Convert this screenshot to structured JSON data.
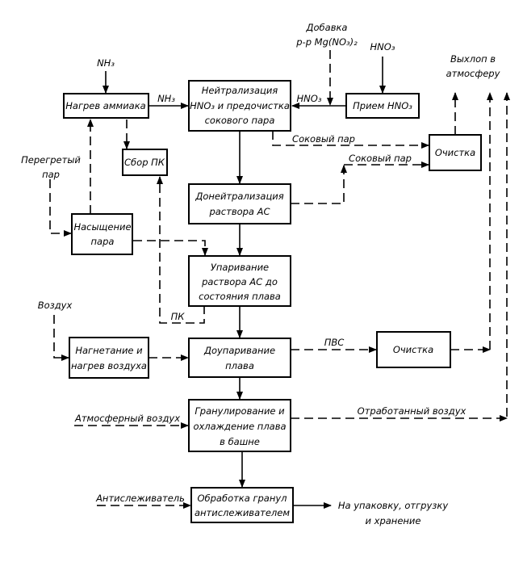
{
  "diagram": {
    "boxes": {
      "heat_ammonia": [
        "Нагрев аммиака"
      ],
      "neutralization": [
        "Нейтрализация",
        "HNO₃ и предочистка",
        "сокового пара"
      ],
      "receive_hno3": [
        "Прием HNO₃"
      ],
      "cleaning_top": [
        "Очистка"
      ],
      "collect_pk": [
        "Сбор ПК"
      ],
      "saturation": [
        "Насыщение",
        "пара"
      ],
      "doneutralization": [
        "Донейтрализация",
        "раствора АС"
      ],
      "evaporation": [
        "Упаривание",
        "раствора АС до",
        "состояния плава"
      ],
      "air_blower": [
        "Нагнетание и",
        "нагрев воздуха"
      ],
      "final_evaporation": [
        "Доупаривание",
        "плава"
      ],
      "cleaning_mid": [
        "Очистка"
      ],
      "granulation": [
        "Гранулирование и",
        "охлаждение плава",
        "в башне"
      ],
      "anticaking": [
        "Обработка гранул",
        "антислеживателем"
      ]
    },
    "labels": {
      "nh3_in": "NH₃",
      "nh3_flow": "NH₃",
      "additive": [
        "Добавка",
        "р-р Mg(NO₃)₂"
      ],
      "hno3_in": "HNO₃",
      "hno3_flow": "HNO₃",
      "exhaust": [
        "Выхлоп в",
        "атмосферу"
      ],
      "juice_steam_1": "Соковый пар",
      "juice_steam_2": "Соковый пар",
      "superheated_steam": [
        "Перегретый",
        "пар"
      ],
      "pk": "ПК",
      "air": "Воздух",
      "pvs": "ПВС",
      "atm_air": "Атмосферный воздух",
      "spent_air": "Отработанный воздух",
      "anticaking_agent": "Антислеживатель",
      "output": [
        "На упаковку, отгрузку",
        "и хранение"
      ]
    }
  }
}
